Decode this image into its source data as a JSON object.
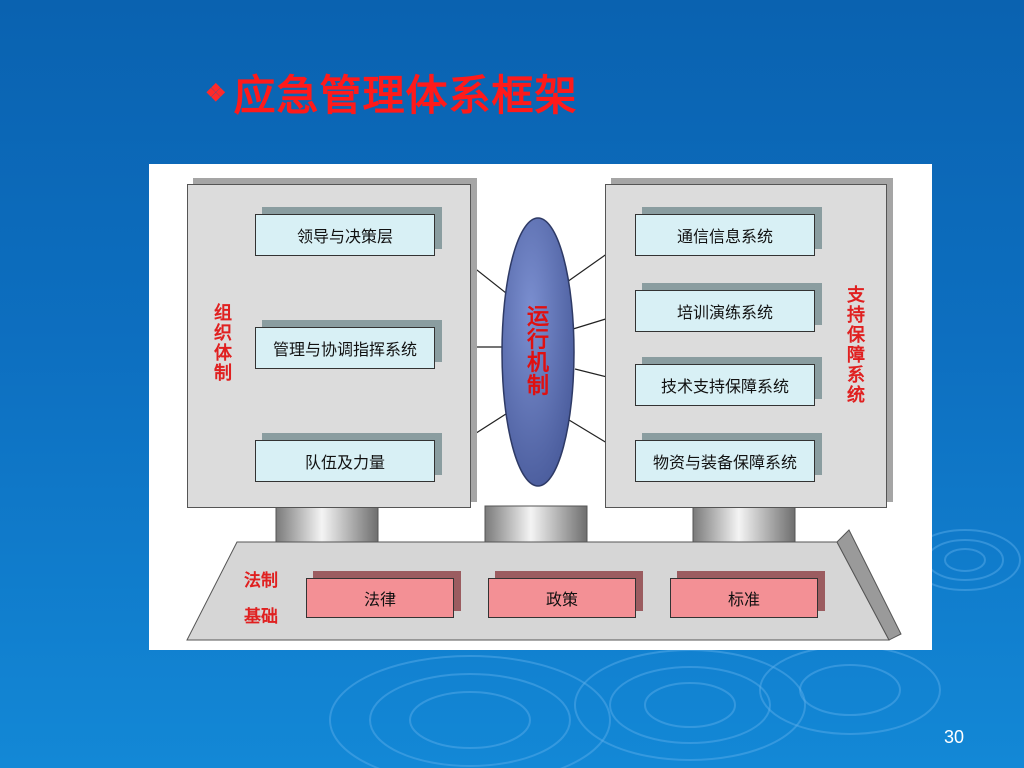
{
  "slide": {
    "title": "应急管理体系框架",
    "bullet_icon": "diamond-bullet-icon",
    "page_number": "30"
  },
  "diagram": {
    "left_panel": {
      "label": "组织体制",
      "items": [
        "领导与决策层",
        "管理与协调指挥系统",
        "队伍及力量"
      ]
    },
    "center": {
      "label": "运行机制"
    },
    "right_panel": {
      "label": "支持保障系统",
      "items": [
        "通信信息系统",
        "培训演练系统",
        "技术支持保障系统",
        "物资与装备保障系统"
      ]
    },
    "base": {
      "label_line1": "法制",
      "label_line2": "基础",
      "items": [
        "法律",
        "政策",
        "标准"
      ]
    },
    "colors": {
      "title": "#ff1a1a",
      "label_red": "#e02020",
      "box_blue": "#d8f0f5",
      "box_pink": "#f39095",
      "ellipse": "#5a6fb0",
      "panel_gray": "#dcdcdc"
    }
  }
}
